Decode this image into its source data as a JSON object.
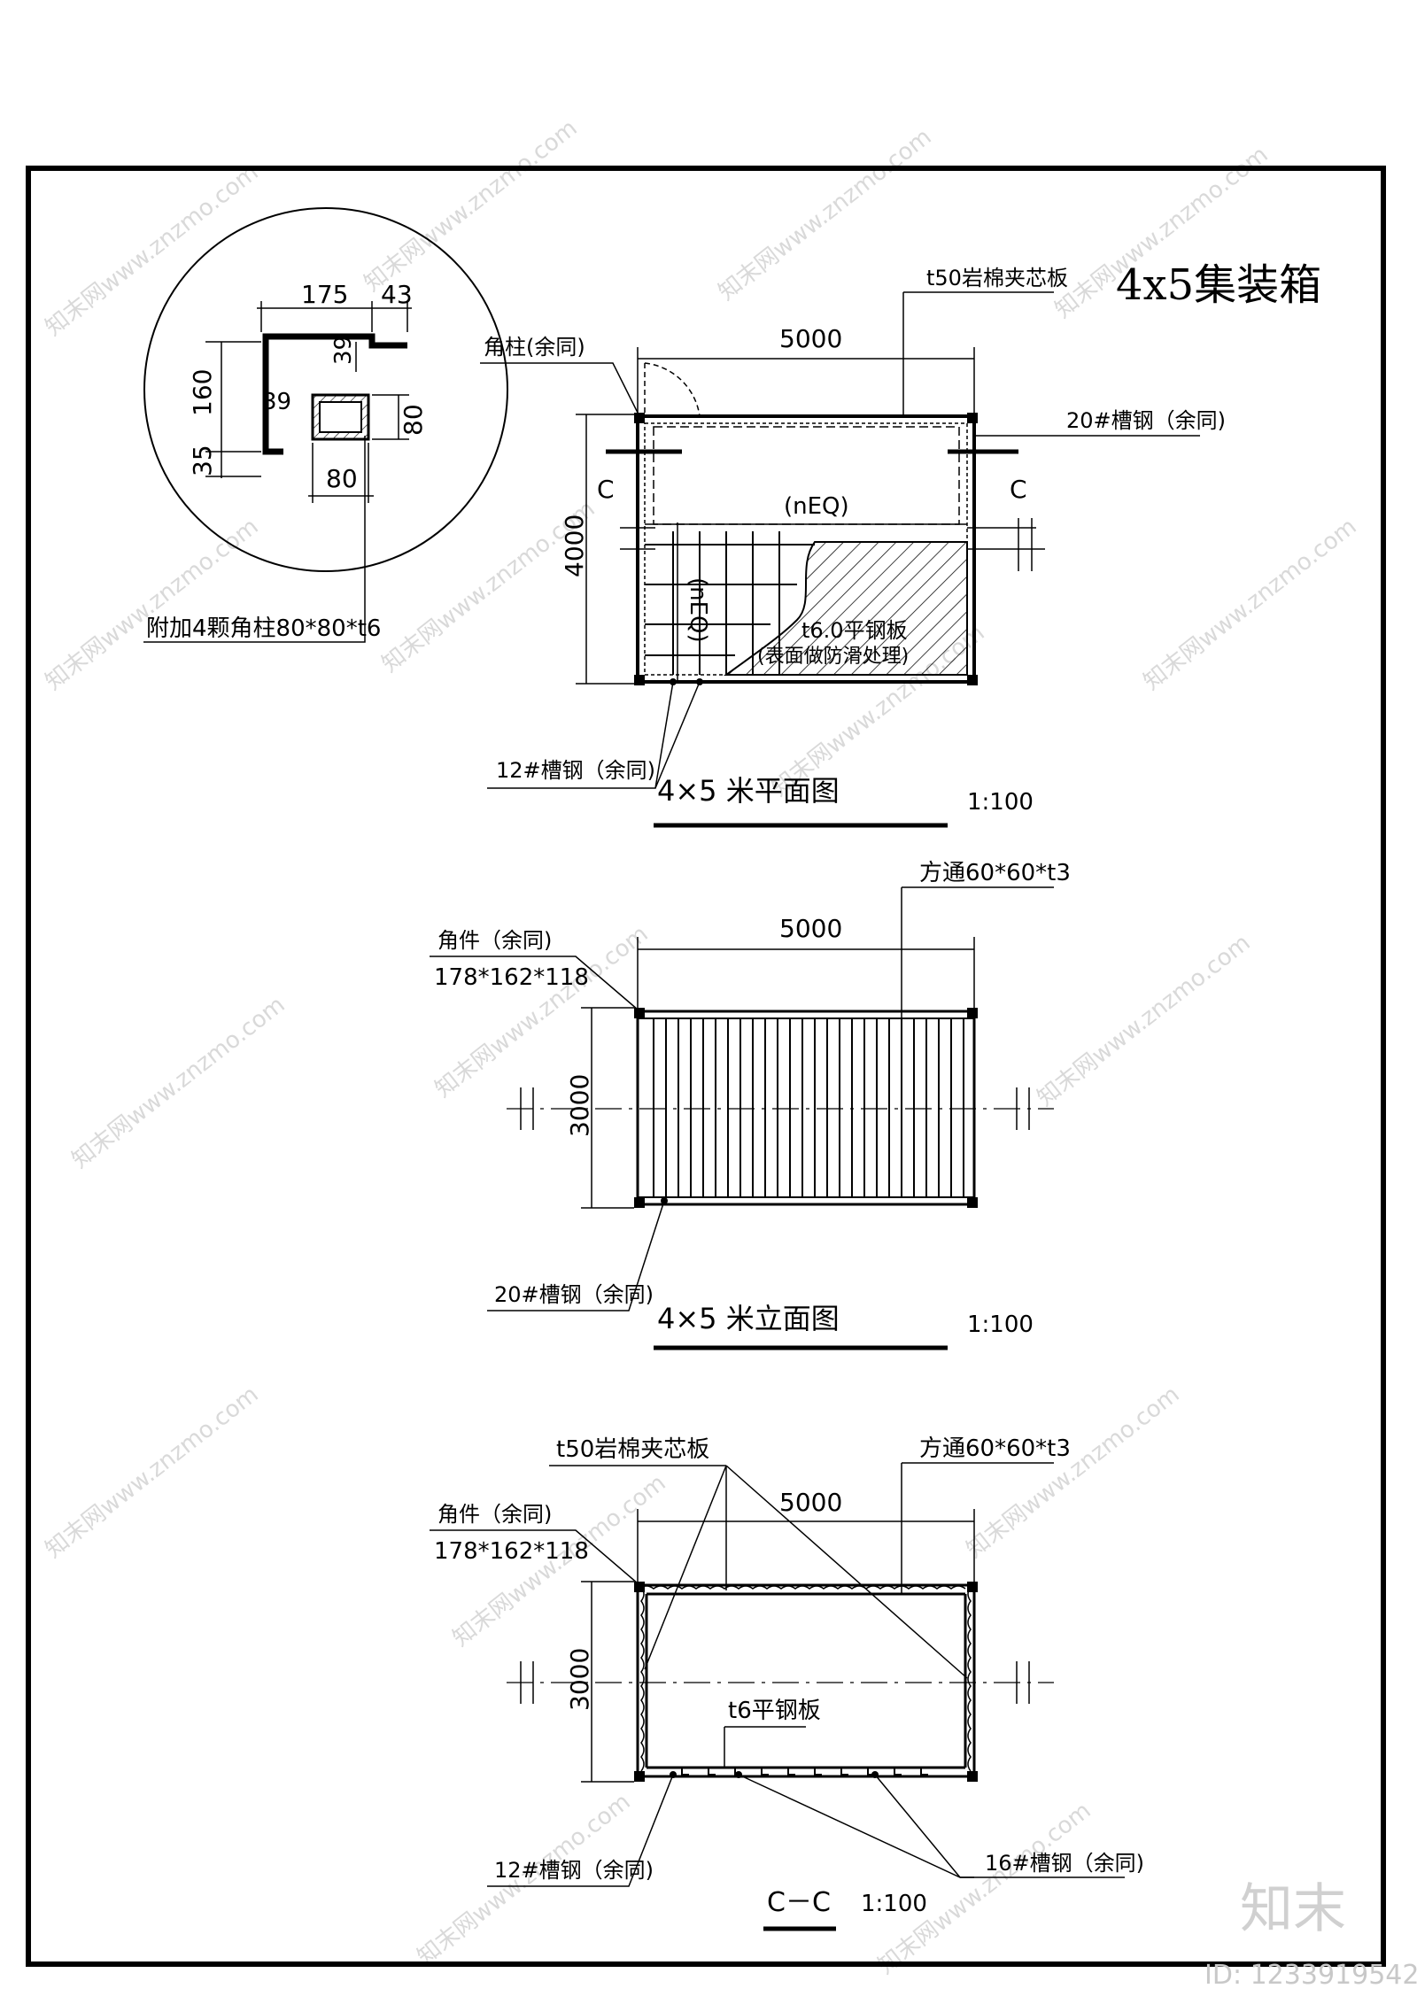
{
  "title": "4x5集装箱",
  "detail": {
    "dim_175": "175",
    "dim_43": "43",
    "dim_160": "160",
    "dim_35": "35",
    "dim_39a": "39",
    "dim_39b": "39",
    "dim_80v": "80",
    "dim_80h": "80",
    "note": "附加4颗角柱80*80*t6"
  },
  "plan": {
    "label_corner_column": "角柱(余同)",
    "label_panel": "t50岩棉夹芯板",
    "label_channel20": "20#槽钢（余同)",
    "label_channel12": "12#槽钢（余同)",
    "dim_width": "5000",
    "dim_depth": "4000",
    "eq_h": "(nEQ)",
    "eq_v": "(nEQ)",
    "section_mark_left": "C",
    "section_mark_right": "C",
    "plate_line1": "t6.0平钢板",
    "plate_line2": "(表面做防滑处理)",
    "caption": "4×5 米平面图",
    "scale": "1:100"
  },
  "elevation": {
    "label_corner_line1": "角件（余同)",
    "label_corner_line2": "178*162*118",
    "label_tube": "方通60*60*t3",
    "label_channel20": "20#槽钢（余同)",
    "dim_width": "5000",
    "dim_height": "3000",
    "caption": "4×5 米立面图",
    "scale": "1:100"
  },
  "section": {
    "label_panel": "t50岩棉夹芯板",
    "label_tube": "方通60*60*t3",
    "label_corner_line1": "角件（余同)",
    "label_corner_line2": "178*162*118",
    "label_plate": "t6平钢板",
    "label_channel12": "12#槽钢（余同)",
    "label_channel16": "16#槽钢（余同)",
    "dim_width": "5000",
    "dim_height": "3000",
    "caption": "C－C",
    "scale": "1:100"
  },
  "watermark": {
    "site": "知末网www.znzmo.com",
    "logo": "知末",
    "id": "ID: 1233919542"
  }
}
